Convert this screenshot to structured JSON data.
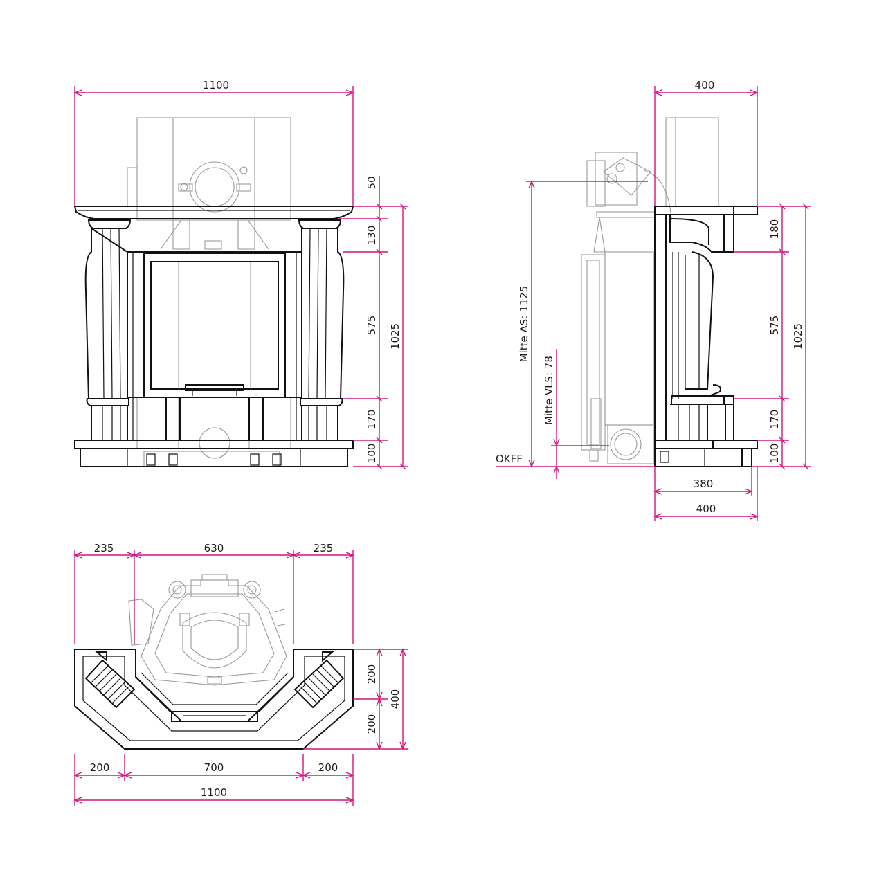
{
  "front_view": {
    "width_label": "1100",
    "heights": {
      "top": "50",
      "mantle": "130",
      "firebox": "575",
      "base": "170",
      "plinth": "100",
      "total": "1025"
    }
  },
  "side_view": {
    "depth_top": "400",
    "depth_inner": "380",
    "depth_bottom": "400",
    "heights": {
      "upper": "180",
      "middle": "575",
      "lower": "170",
      "plinth": "100",
      "total": "1025"
    },
    "mitte_as": "Mitte AS: 1125",
    "mitte_vls": "Mitte VLS: 78",
    "floor_label": "OKFF"
  },
  "plan_view": {
    "top_left": "235",
    "top_center": "630",
    "top_right": "235",
    "bottom_left": "200",
    "bottom_center": "700",
    "bottom_right": "200",
    "overall": "1100",
    "depth_front": "200",
    "depth_back": "200",
    "depth_total": "400"
  },
  "colors": {
    "dimension": "#d4157a",
    "outline": "#111111",
    "ghost": "#9a9a9a"
  }
}
